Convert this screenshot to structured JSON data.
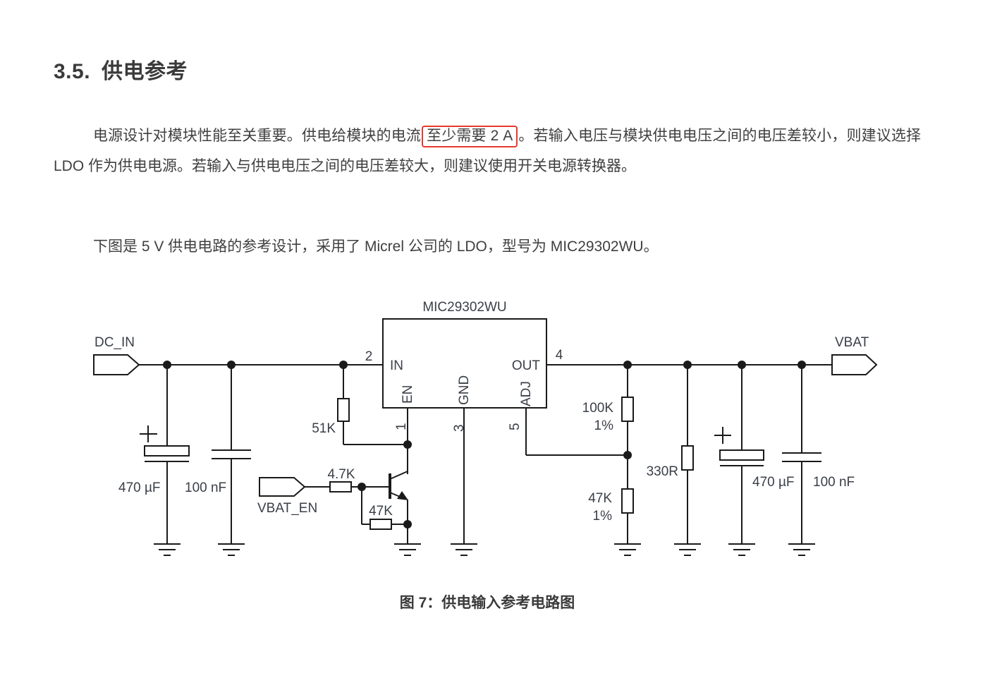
{
  "page": {
    "heading": {
      "number": "3.5.",
      "title": "供电参考"
    },
    "para1": {
      "part1": "电源设计对模块性能至关重要。供电给模块的电流",
      "highlight": "至少需要 2 A",
      "part2": "。若输入电压与模块供电电压之间的电压差较小，则建议选择 LDO 作为供电电源。若输入与供电电压之间的电压差较大，则建议使用开关电源转换器。"
    },
    "para2": "下图是 5 V 供电电路的参考设计，采用了 Micrel 公司的 LDO，型号为 MIC29302WU。",
    "figure": {
      "label": "图 7：",
      "title": "供电输入参考电路图"
    }
  },
  "colors": {
    "accent_red": "#e8392e",
    "text": "#3f3f3f",
    "line": "#1a1a1a"
  },
  "schematic": {
    "chip": {
      "name": "MIC29302WU",
      "pins": {
        "in": {
          "name": "IN",
          "number": "2"
        },
        "out": {
          "name": "OUT",
          "number": "4"
        },
        "en": {
          "name": "EN",
          "number": "1"
        },
        "gnd": {
          "name": "GND",
          "number": "3"
        },
        "adj": {
          "name": "ADJ",
          "number": "5"
        }
      }
    },
    "nets": {
      "dc_in": "DC_IN",
      "vbat_en": "VBAT_EN",
      "vbat": "VBAT"
    },
    "components": {
      "c_in_bulk": "470 µF",
      "c_in_bypass": "100 nF",
      "r_en_pullup": "51K",
      "r_base": "4.7K",
      "r_base_pulldown": "47K",
      "r_fb_top": "100K",
      "r_fb_top_tol": "1%",
      "r_fb_bottom": "47K",
      "r_fb_bottom_tol": "1%",
      "r_output": "330R",
      "c_out_bulk": "470 µF",
      "c_out_bypass": "100 nF"
    }
  }
}
